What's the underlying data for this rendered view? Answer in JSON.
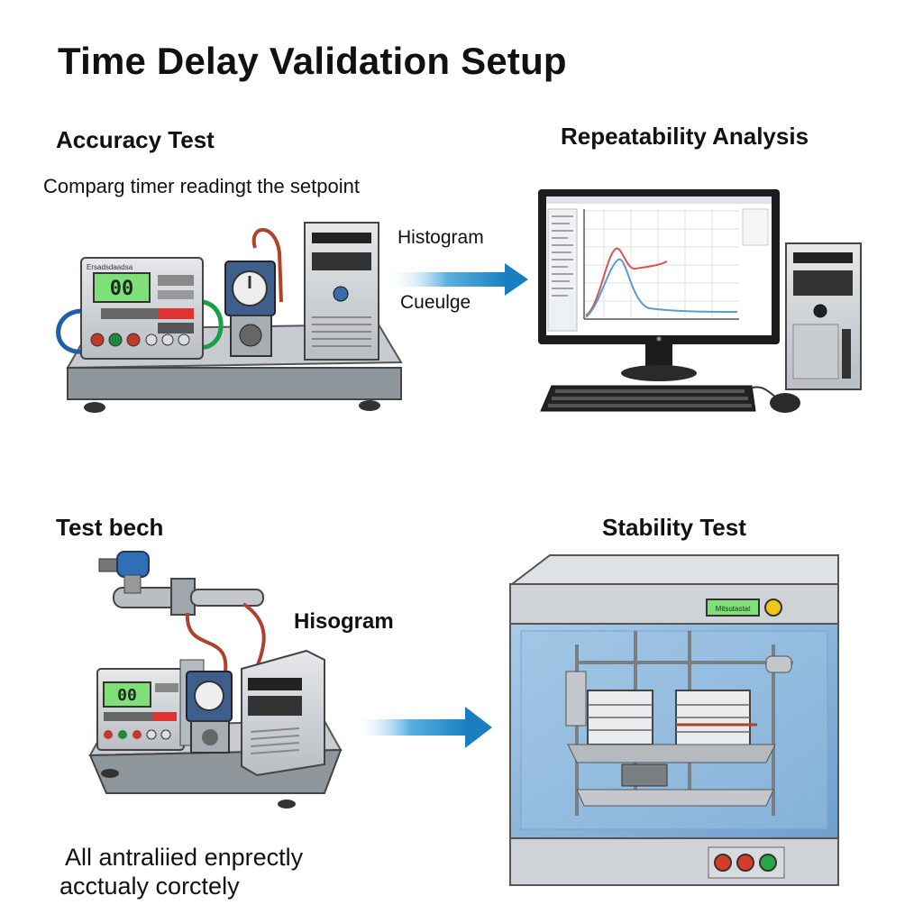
{
  "title": "Time Delay Validation Setup",
  "sections": {
    "accuracy": {
      "heading": "Accuracy Test",
      "caption": "Comparg timer readingt the setpoint",
      "timer_display": "00",
      "timer_brand": "Ersadsdaadsa",
      "arrow_label_top": "Histogram",
      "arrow_label_bottom": "Cueulge"
    },
    "repeatability": {
      "heading": "Repeatability Analysis"
    },
    "testbench": {
      "heading": "Test bech",
      "arrow_label": "Hisogram",
      "timer_display": "00",
      "caption_line1": "All antraliied enprectly",
      "caption_line2": "acctualy corctely"
    },
    "stability": {
      "heading": "Stability Test",
      "chamber_display": "Mitsutastat"
    }
  },
  "colors": {
    "arrow": "#1a7fc1",
    "lcd": "#7fe07a",
    "chamber_glass": "#8fb8dc",
    "chart_red": "#d9534f",
    "chart_blue": "#5b9bd5"
  }
}
